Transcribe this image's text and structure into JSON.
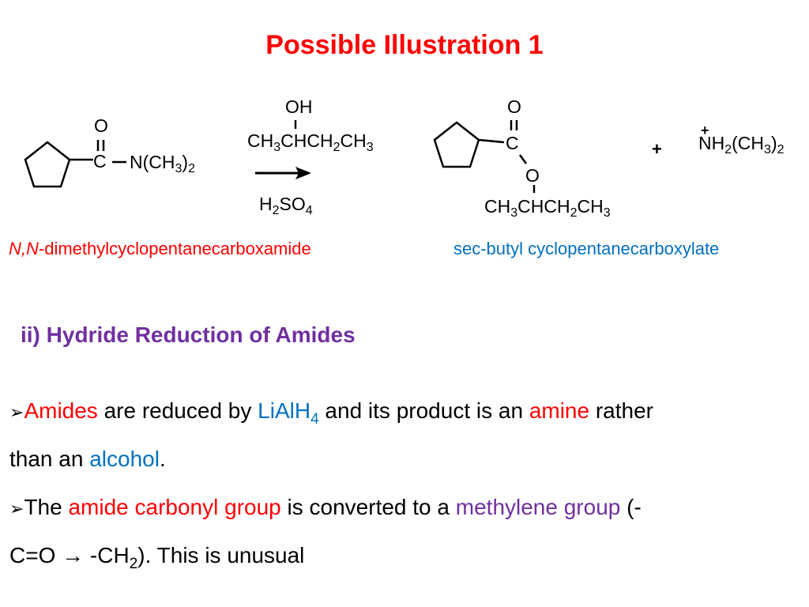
{
  "title": "Possible Illustration 1",
  "reaction": {
    "reactant": {
      "carbonyl_o": "O",
      "carbon": "C",
      "amine_group": {
        "base": "N(CH",
        "sub": "3",
        "tail": ")",
        "sub2": "2"
      },
      "name_italic": "N,N",
      "name_rest": "-dimethylcyclopentanecarboxamide"
    },
    "reagent": {
      "oh": "OH",
      "alcohol": [
        "CH",
        "3",
        "CHCH",
        "2",
        "CH",
        "3"
      ],
      "catalyst": [
        "H",
        "2",
        "SO",
        "4"
      ]
    },
    "product": {
      "carbonyl_o": "O",
      "carbon": "C",
      "ester_o": "O",
      "alkyl": [
        "CH",
        "3",
        "CHCH",
        "2",
        "CH",
        "3"
      ],
      "name": "sec-butyl cyclopentanecarboxylate"
    },
    "plus": "+",
    "byproduct": {
      "charge": "+",
      "text": [
        "NH",
        "2",
        "(CH",
        "3",
        ")",
        "2"
      ]
    }
  },
  "section_heading": "ii) Hydride Reduction of Amides",
  "bullets": {
    "b1": {
      "marker": "➢",
      "w1": "Amides",
      "t1": " are reduced by ",
      "w2": "LiAlH",
      "w2_sub": "4",
      "t2": " and its product is an ",
      "w3": "amine",
      "t3": " rather",
      "line2_a": "than an ",
      "line2_b": "alcohol",
      "line2_c": "."
    },
    "b2": {
      "marker": "➢",
      "t0": "The ",
      "w1": "amide carbonyl group",
      "t1": " is converted to a ",
      "w2": "methylene group",
      "t2": " (-",
      "line2_a": "C=O ",
      "arrow": "→",
      "line2_b": " -CH",
      "line2_sub": "2",
      "line2_c": ").  This is unusual"
    }
  },
  "colors": {
    "title": "#ff0000",
    "heading": "#7030a0",
    "red": "#ff0000",
    "blue": "#0070c0",
    "purple": "#7030a0"
  }
}
